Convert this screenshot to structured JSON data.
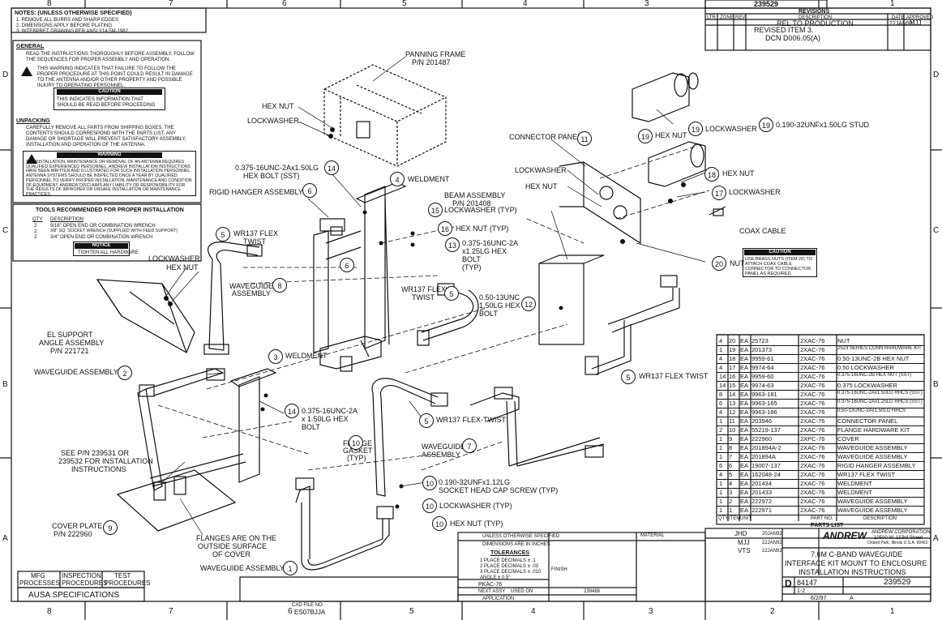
{
  "drawing_number_top": "239529",
  "zones_top": [
    "8",
    "7",
    "6",
    "5",
    "4",
    "3",
    "2",
    "1"
  ],
  "zones_bottom": [
    "8",
    "7",
    "6",
    "5",
    "4",
    "3",
    "2",
    "1"
  ],
  "zones_side": [
    "D",
    "C",
    "B",
    "A"
  ],
  "revisions": {
    "title": "REVISIONS",
    "headers": {
      "ltr": "LTR",
      "zone": "ZONE",
      "rev": "REV",
      "description": "DESCRIPTION",
      "date": "DATE",
      "approved": "APPROVED"
    },
    "rows": [
      {
        "description": "REL TO PRODUCTION",
        "date": "22JAN92",
        "approved": "MJJ"
      },
      {
        "description": "REVISED ITEM 3.",
        "description2": "DCN D006.05(A)",
        "date": "",
        "approved": ""
      }
    ]
  },
  "notes": {
    "title": "NOTES: (UNLESS OTHERWISE SPECIFIED)",
    "items": [
      "1. REMOVE ALL BURRS AND SHARP EDGES",
      "2. DIMENSIONS APPLY BEFORE PLATING",
      "3. INTERPRET DRAWING PER ANSI Y14.5M-1982"
    ],
    "general_title": "GENERAL",
    "general_text": "READ THE INSTRUCTIONS THOROUGHLY BEFORE ASSEMBLY. FOLLOW THE SEQUENCES FOR PROPER ASSEMBLY AND OPERATION.",
    "caution_text": "THIS WARNING INDICATES THAT FAILURE TO FOLLOW THE PROPER PROCEDURE AT THIS POINT COULD RESULT IN DAMAGE TO THE ANTENNA AND/OR OTHER PROPERTY AND POSSIBLE INJURY TO OPERATING PERSONNEL.",
    "caution_label": "CAUTION",
    "important_text": "THIS INDICATES INFORMATION THAT SHOULD BE READ BEFORE PROCEEDING",
    "unpacking_title": "UNPACKING",
    "unpacking_text": "CAREFULLY REMOVE ALL PARTS FROM SHIPPING BOXES. THE CONTENTS SHOULD CORRESPOND WITH THE PARTS LIST. ANY DAMAGE OR SHORTAGE WILL PREVENT SATISFACTORY ASSEMBLY, INSTALLATION AND OPERATION OF THE ANTENNA.",
    "warning_text": "THE INSTALLATION, MAINTENANCE OR REMOVAL OF AN ANTENNA REQUIRES QUALIFIED EXPERIENCED PERSONNEL. ANDREW INSTALLATION INSTRUCTIONS HAVE BEEN WRITTEN AND ILLUSTRATED FOR SUCH INSTALLATION PERSONNEL. ANTENNA SYSTEMS SHOULD BE INSPECTED ONCE A YEAR BY QUALIFIED PERSONNEL TO VERIFY PROPER INSTALLATION, MAINTENANCE AND CONDITION OF EQUIPMENT. ANDREW DISCLAIMS ANY LIABILITY OR RESPONSIBILITY FOR THE RESULTS OF IMPROPER OR UNSAFE INSTALLATION OR MAINTENANCE PRACTICES."
  },
  "tools": {
    "title": "TOOLS RECOMMENDED FOR PROPER INSTALLATION",
    "qty_header": "QTY",
    "desc_header": "DESCRIPTION",
    "rows": [
      {
        "qty": "2",
        "desc": "9/16\" OPEN END OR COMBINATION WRENCH"
      },
      {
        "qty": "2",
        "desc": "3/8\" SQ. SOCKET WRENCH (SUPPLIED WITH FEED SUPPORT)"
      },
      {
        "qty": "2",
        "desc": "3/4\" OPEN END OR COMBINATION WRENCH"
      }
    ],
    "notice_label": "NOTICE",
    "notice_text": "TIGHTEN ALL HARDWARE"
  },
  "labels": {
    "panning_frame": "PANNING FRAME",
    "panning_frame_pn": "P/N 201487",
    "hex_nut": "HEX NUT",
    "lockwasher": "LOCKWASHER",
    "bolt14": "0.375-16UNC-2Ax1.50LG",
    "bolt14b": "HEX BOLT (SST)",
    "rigid_hanger": "RIGID HANGER ASSEMBLY",
    "weldment": "WELDMENT",
    "beam_assembly": "BEAM ASSEMBLY",
    "beam_pn": "P/N 201408",
    "lockwasher_typ": "LOCKWASHER (TYP)",
    "hex_nut_typ": "HEX NUT (TYP)",
    "bolt13a": "0.375-16UNC-2A",
    "bolt13b": "x1.25LG HEX",
    "bolt13c": "BOLT",
    "bolt13d": "(TYP)",
    "connector_panel": "CONNECTOR PANEL",
    "stud19": "0.190-32UNFx1.50LG STUD",
    "coax_cable": "COAX CABLE",
    "nut": "NUT",
    "caution_note_label": "CAUTION",
    "caution_note": "USE BRASS NUTS (ITEM 20) TO ATTACH COAX CABLE CONNECTOR TO CONNECTOR PANEL AS REQUIRED.",
    "wr137_flex_twist": "WR137 FLEX",
    "twist": "TWIST",
    "wr137_flex_twist_full": "WR137 FLEX TWIST",
    "wr137_flex_dash": "WR137 FLEX-TWIST",
    "waveguide": "WAVEGUIDE",
    "assembly": "ASSEMBLY",
    "bolt12a": "0.50-13UNC",
    "bolt12b": "1.50LG HEX",
    "bolt12c": "BOLT",
    "el_support": "EL SUPPORT",
    "el_support2": "ANGLE ASSEMBLY",
    "el_support_pn": "P/N 221721",
    "waveguide_assembly": "WAVEGUIDE ASSEMBLY",
    "bolt14c": "0.375-16UNC-2A",
    "bolt14d": "x 1.50LG HEX",
    "bolt14e": "BOLT",
    "flange_gasket": "FLANGE",
    "flange_gasket2": "GASKET",
    "flange_gasket3": "(TYP)",
    "see_pn": "SEE P/N 239531 OR",
    "see_pn2": "239532 FOR INSTALLATION",
    "see_pn3": "INSTRUCTIONS",
    "cover_plate": "COVER PLATE",
    "cover_plate_pn": "P/N 222960",
    "flanges_note": "FLANGES ARE ON THE",
    "flanges_note2": "OUTSIDE SURFACE",
    "flanges_note3": "OF COVER",
    "screw10": "0.190-32UNFx1.12LG",
    "screw10b": "SOCKET HEAD CAP SCREW (TYP)",
    "lockwasher10": "LOCKWASHER (TYP)",
    "hexnut10": "HEX NUT (TYP)"
  },
  "parts_list": {
    "title": "PARTS LIST",
    "headers": {
      "qty": "QTY",
      "item": "ITEM",
      "unit": "UNIT",
      "part": "PART NO.",
      "desc": "DESCRIPTION"
    },
    "rows": [
      {
        "qty": "4",
        "item": "20",
        "unit": "EA",
        "part": "25723",
        "code": "2XAC-76",
        "desc": "NUT"
      },
      {
        "qty": "1",
        "item": "19",
        "unit": "EA",
        "part": "201373",
        "code": "2XAC-76",
        "desc": "2523 SERIES CONN HARDWARE KIT"
      },
      {
        "qty": "4",
        "item": "18",
        "unit": "EA",
        "part": "9959-61",
        "code": "2XAC-76",
        "desc": "0.50-13UNC-2B HEX NUT"
      },
      {
        "qty": "4",
        "item": "17",
        "unit": "EA",
        "part": "9974-64",
        "code": "2XAC-76",
        "desc": "0.50 LOCKWASHER"
      },
      {
        "qty": "14",
        "item": "16",
        "unit": "EA",
        "part": "9959-60",
        "code": "2XAC-76",
        "desc": "0.375-16UNC-2B HEX NUT (SST)"
      },
      {
        "qty": "14",
        "item": "15",
        "unit": "EA",
        "part": "9974-63",
        "code": "2XAC-76",
        "desc": "0.375 LOCKWASHER"
      },
      {
        "qty": "8",
        "item": "14",
        "unit": "EA",
        "part": "9963-181",
        "code": "2XAC-76",
        "desc": "0.375-16UNC-2Ax1.50LG HHCS (SST)"
      },
      {
        "qty": "6",
        "item": "13",
        "unit": "EA",
        "part": "9963-165",
        "code": "2XAC-76",
        "desc": "0.375-16UNC-2Ax1.25LG HHCS (SST)"
      },
      {
        "qty": "4",
        "item": "12",
        "unit": "EA",
        "part": "9963-186",
        "code": "2XAC-76",
        "desc": "0.50-13UNC-2Ax1.50LG HHCS"
      },
      {
        "qty": "1",
        "item": "11",
        "unit": "EA",
        "part": "203946",
        "code": "2XAC-76",
        "desc": "CONNECTOR PANEL"
      },
      {
        "qty": "2",
        "item": "10",
        "unit": "EA",
        "part": "55219-137",
        "code": "2XAC-76",
        "desc": "FLANGE HARDWARE KIT"
      },
      {
        "qty": "1",
        "item": "9",
        "unit": "EA",
        "part": "222960",
        "code": "2XPC-76",
        "desc": "COVER"
      },
      {
        "qty": "1",
        "item": "8",
        "unit": "EA",
        "part": "201894A-2",
        "code": "2XAC-76",
        "desc": "WAVEGUIDE ASSEMBLY"
      },
      {
        "qty": "1",
        "item": "7",
        "unit": "EA",
        "part": "201894A",
        "code": "2XAC-76",
        "desc": "WAVEGUIDE ASSEMBLY"
      },
      {
        "qty": "6",
        "item": "6",
        "unit": "EA",
        "part": "19007-137",
        "code": "2XAC-76",
        "desc": "RIGID HANGER ASSEMBLY"
      },
      {
        "qty": "4",
        "item": "5",
        "unit": "EA",
        "part": "162048-24",
        "code": "2XAC-76",
        "desc": "WR137 FLEX TWIST"
      },
      {
        "qty": "1",
        "item": "4",
        "unit": "EA",
        "part": "201434",
        "code": "2XAC-76",
        "desc": "WELDMENT"
      },
      {
        "qty": "1",
        "item": "3",
        "unit": "EA",
        "part": "201433",
        "code": "2XAC-76",
        "desc": "WELDMENT"
      },
      {
        "qty": "1",
        "item": "2",
        "unit": "EA",
        "part": "222972",
        "code": "2XAC-76",
        "desc": "WAVEGUIDE ASSEMBLY"
      },
      {
        "qty": "1",
        "item": "1",
        "unit": "EA",
        "part": "222971",
        "code": "2XAC-76",
        "desc": "WAVEGUIDE ASSEMBLY"
      }
    ]
  },
  "title_block": {
    "company": "ANDREW CORPORATION",
    "address1": "10500 W. 153rd Street",
    "address2": "Orland Park, Illinois U.S.A. 60462",
    "logo": "ANDREW",
    "title1": "7.6M C-BAND WAVEGUIDE",
    "title2": "INTERFACE KIT MOUNT TO ENCLOSURE",
    "title3": "INSTALLATION INSTRUCTIONS",
    "size": "D",
    "code": "84147",
    "dwg_no": "239529",
    "scale": "1-2",
    "sheet": "",
    "rev": "A",
    "drawn_by": "JHD",
    "drawn_date": "20JAN92",
    "checked_by": "MJJ",
    "checked_date": "22JAN92",
    "approved": "VTS",
    "approved_date": "22JAN92",
    "date_field": "6/2/97",
    "unless": "UNLESS OTHERWISE SPECIFIED",
    "dims": "DIMENSIONS ARE IN INCHES",
    "tolerances": "TOLERANCES",
    "tol1": "1 PLACE DECIMALS ± .1",
    "tol2": "2 PLACE DECIMALS ± .03",
    "tol3": "3 PLACE DECIMALS ± .010",
    "tol4": "ANGLE ± 0.5°",
    "material": "MATERIAL",
    "finish": "FINISH",
    "next_assy": "NEXT ASSY",
    "used_on": "USED ON",
    "application": "APPLICATION",
    "pkac": "PKAC-76",
    "used_on_val": "239488",
    "mfg": "MFG",
    "processes": "PROCESSES",
    "inspection": "INSPECTION",
    "procedures": "PROCEDURES",
    "test": "TEST",
    "test_proc": "PROCEDURES",
    "ausa": "AUSA SPECIFICATIONS",
    "cad_file": "CAD FILE NO.",
    "cad_val": "ES07BJJA"
  }
}
